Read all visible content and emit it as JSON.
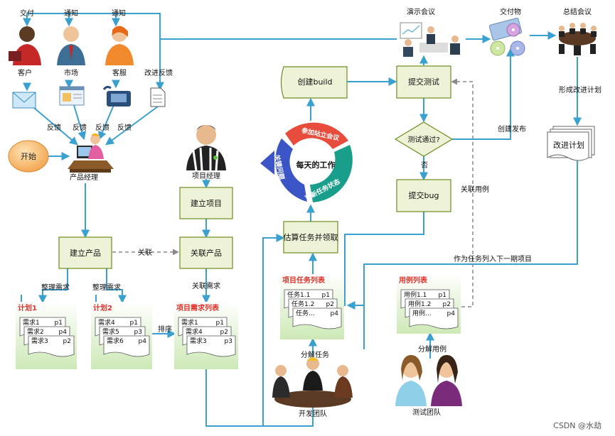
{
  "people": {
    "customer": "客户",
    "market": "市场",
    "support": "客服",
    "pm_product": "产品经理",
    "pm_project": "项目经理",
    "dev_team": "开发团队",
    "test_team": "测试团队"
  },
  "top_labels": {
    "deliver": "交付",
    "notify1": "通知",
    "notify2": "通知",
    "improve_feedback": "改进反馈",
    "demo_meeting": "演示会议",
    "deliverables": "交付物",
    "summary_meeting": "总结会议"
  },
  "feedback_labels": [
    "反馈",
    "反馈",
    "反馈",
    "反馈"
  ],
  "start": "开始",
  "boxes": {
    "create_product": "建立产品",
    "create_project": "建立项目",
    "link_product": "关联产品",
    "estimate_tasks": "估算任务并领取",
    "create_build": "创建build",
    "submit_test": "提交测试",
    "test_pass": "测试通过?",
    "submit_bug": "提交bug",
    "improve_plan": "改进计划"
  },
  "edge_labels": {
    "link": "关联",
    "organize1": "整理需求",
    "organize2": "整理需求",
    "link_req": "关联需求",
    "sort": "排序",
    "no": "否",
    "create_release": "创建发布",
    "form_improve": "形成改进计划",
    "link_cases": "关联用例",
    "next_project": "作为任务列入下一期项目",
    "split_tasks": "分解任务",
    "split_cases": "分解用例"
  },
  "cycle": {
    "center": "每天的工作",
    "seg_meeting": "参加站立会议",
    "seg_update": "更新任务状态",
    "seg_left": "关键问题"
  },
  "plan1": {
    "title": "计划1",
    "rows": [
      [
        "需求1",
        "p1"
      ],
      [
        "需求2",
        "p4"
      ],
      [
        "需求3",
        "p2"
      ]
    ]
  },
  "plan2": {
    "title": "计划2",
    "rows": [
      [
        "需求4",
        "p1"
      ],
      [
        "需求5",
        "p3"
      ],
      [
        "需求6",
        "p4"
      ]
    ]
  },
  "project_req": {
    "title": "项目需求列表",
    "rows": [
      [
        "需求1",
        "p1"
      ],
      [
        "需求4",
        "p2"
      ],
      [
        "需求3",
        "p3"
      ]
    ]
  },
  "project_tasks": {
    "title": "项目任务列表",
    "rows": [
      [
        "任务1.1",
        "p1"
      ],
      [
        "任务1.2",
        "p2"
      ],
      [
        "任务...",
        "p4"
      ]
    ]
  },
  "case_list": {
    "title": "用例列表",
    "rows": [
      [
        "用例1.1",
        "p1"
      ],
      [
        "用例1.2",
        "p2"
      ],
      [
        "用例...",
        "p4"
      ]
    ]
  },
  "watermark": "CSDN @水劫",
  "colors": {
    "arrow": "#3aa0d0",
    "box_fill": "#eef3d8",
    "panel": "#d9efc4",
    "title_red": "#e0312a"
  }
}
